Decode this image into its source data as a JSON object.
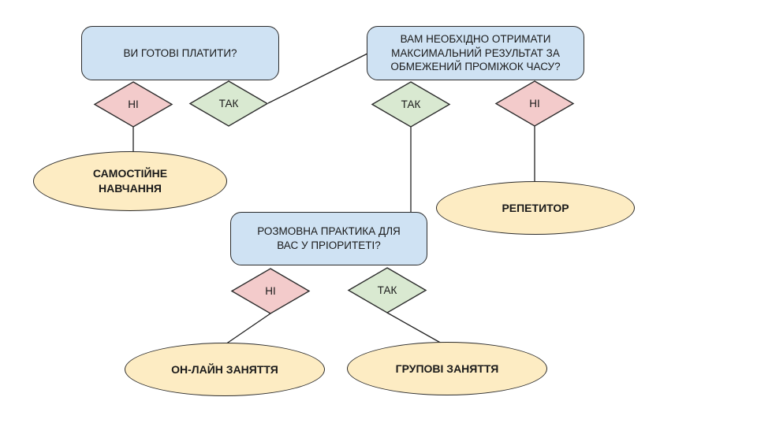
{
  "colors": {
    "question_fill": "#cfe2f3",
    "yes_fill": "#d9e9d1",
    "no_fill": "#f3cbcb",
    "outcome_fill": "#fdecc3",
    "shape_stroke": "#2b2b2b",
    "line_stroke": "#1f1f1f",
    "text_color": "#1a1a1a"
  },
  "questions": [
    {
      "id": "q1",
      "text": "ВИ ГОТОВІ ПЛАТИТИ?"
    },
    {
      "id": "q2",
      "text": "ВАМ НЕОБХІДНО ОТРИМАТИ\nМАКСИМАЛЬНИЙ РЕЗУЛЬТАТ ЗА\nОБМЕЖЕНИЙ ПРОМІЖОК ЧАСУ?"
    },
    {
      "id": "q3",
      "text": "РОЗМОВНА ПРАКТИКА ДЛЯ\nВАС У ПРІОРИТЕТІ?"
    }
  ],
  "decisions": [
    {
      "id": "q1-no",
      "label": "НІ",
      "answer": "no"
    },
    {
      "id": "q1-yes",
      "label": "ТАК",
      "answer": "yes"
    },
    {
      "id": "q2-yes",
      "label": "ТАК",
      "answer": "yes"
    },
    {
      "id": "q2-no",
      "label": "НІ",
      "answer": "no"
    },
    {
      "id": "q3-no",
      "label": "НІ",
      "answer": "no"
    },
    {
      "id": "q3-yes",
      "label": "ТАК",
      "answer": "yes"
    }
  ],
  "outcomes": [
    {
      "id": "self-study",
      "label": "САМОСТІЙНЕ\nНАВЧАННЯ"
    },
    {
      "id": "tutor",
      "label": "РЕПЕТИТОР"
    },
    {
      "id": "online-lessons",
      "label": "ОН-ЛАЙН ЗАНЯТТЯ"
    },
    {
      "id": "group-lessons",
      "label": "ГРУПОВІ ЗАНЯТТЯ"
    }
  ],
  "edges": [
    {
      "from": "q1-no",
      "to": "self-study"
    },
    {
      "from": "q1-yes",
      "to": "q2"
    },
    {
      "from": "q2-yes",
      "to": "q3"
    },
    {
      "from": "q2-no",
      "to": "tutor"
    },
    {
      "from": "q3-no",
      "to": "online-lessons"
    },
    {
      "from": "q3-yes",
      "to": "group-lessons"
    }
  ]
}
